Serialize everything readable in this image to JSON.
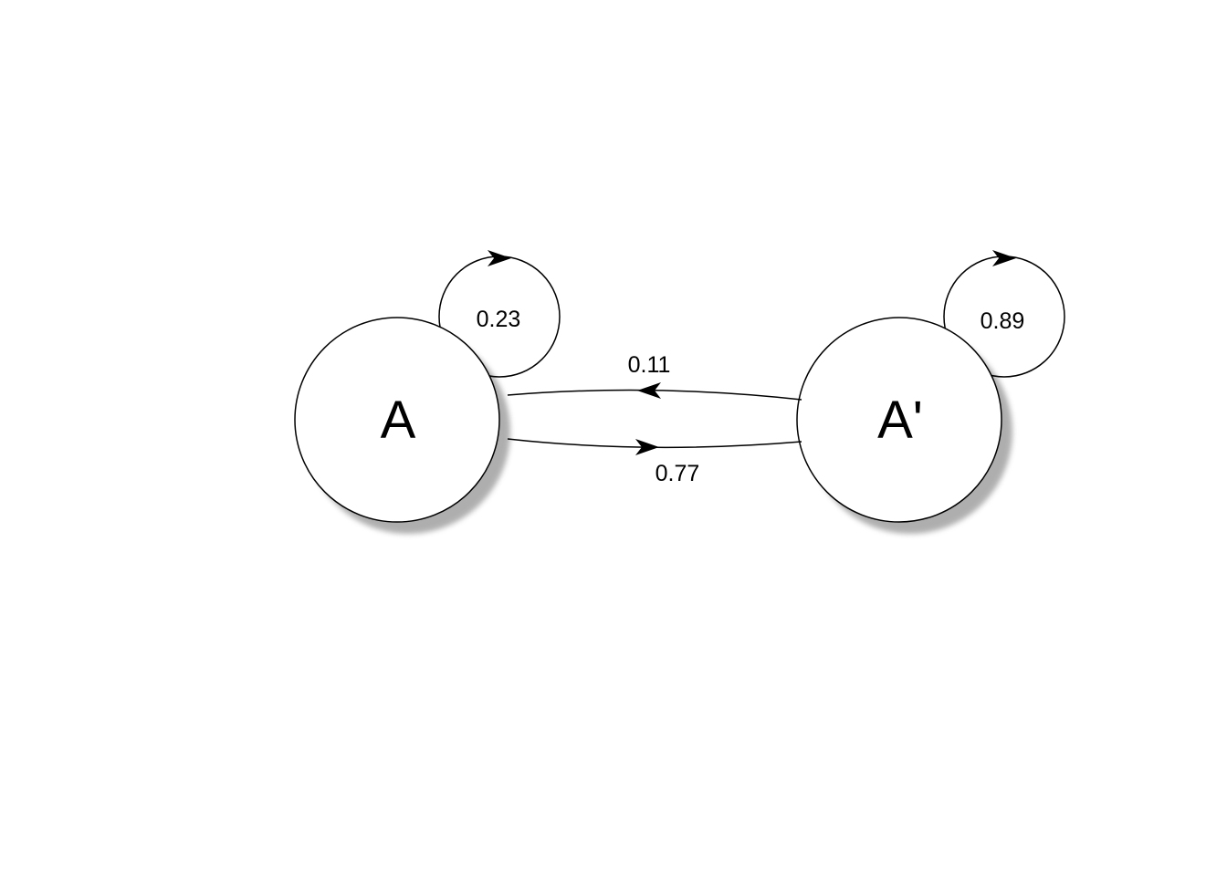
{
  "diagram": {
    "type": "state-transition-diagram",
    "nodes": [
      {
        "id": "A",
        "label": "A"
      },
      {
        "id": "A_prime",
        "label": "A'"
      }
    ],
    "edges": [
      {
        "from": "A",
        "to": "A",
        "label": "0.23",
        "kind": "self-loop"
      },
      {
        "from": "A_prime",
        "to": "A_prime",
        "label": "0.89",
        "kind": "self-loop"
      },
      {
        "from": "A_prime",
        "to": "A",
        "label": "0.11",
        "kind": "curve"
      },
      {
        "from": "A",
        "to": "A_prime",
        "label": "0.77",
        "kind": "curve"
      }
    ],
    "colors": {
      "background": "#ffffff",
      "node_fill": "#ffffff",
      "stroke": "#000000",
      "shadow": "#9b9b9b"
    }
  }
}
